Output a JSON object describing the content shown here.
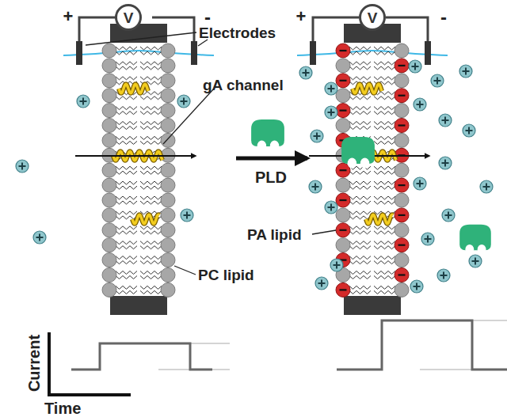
{
  "diagram": {
    "nodes": [
      {
        "text": [
          "V"
        ]
      },
      {
        "text": [
          "V"
        ]
      }
    ],
    "labels": [
      "+",
      "-",
      "Electrodes",
      "gA channel",
      "PC lipid",
      "PLD",
      "+",
      "-",
      "PA lipid",
      "Current",
      "Time"
    ]
  }
}
